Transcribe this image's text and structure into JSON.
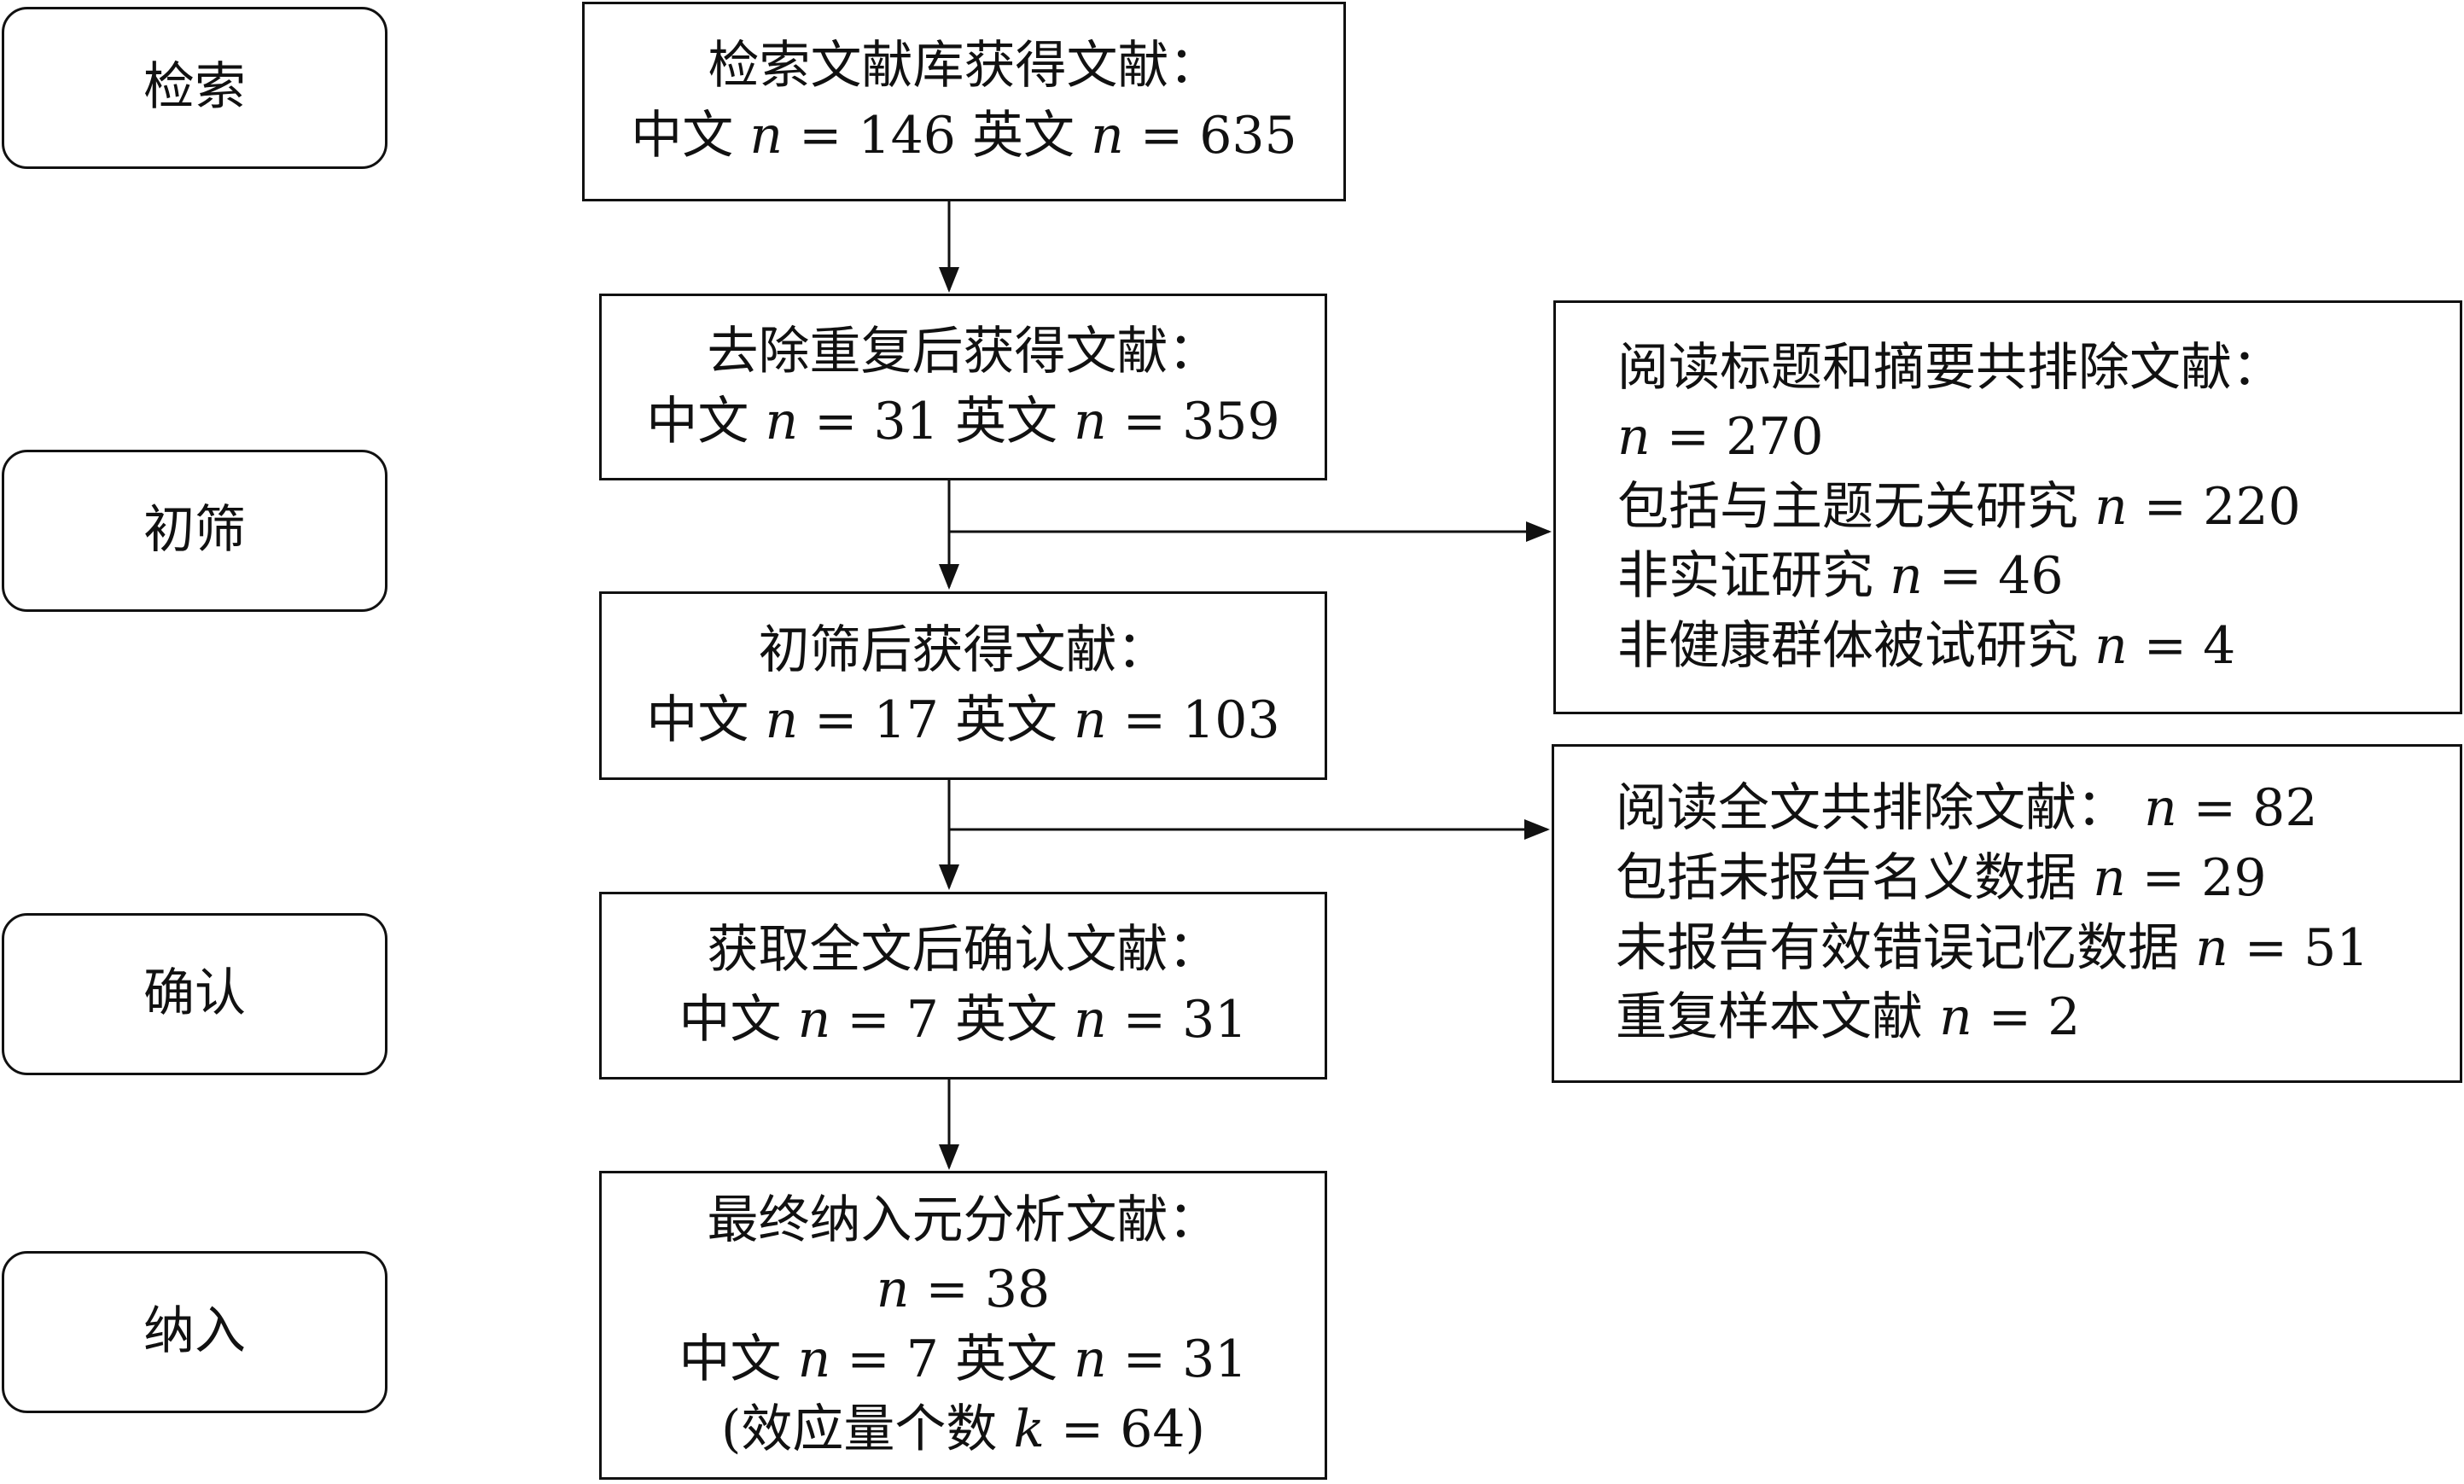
{
  "stages": {
    "search": "检索",
    "screen": "初筛",
    "confirm": "确认",
    "include": "纳入"
  },
  "boxes": {
    "retrieved": {
      "title": "检索文献库获得文献：",
      "cn_label": "中文",
      "cn_n": "146",
      "en_label": "英文",
      "en_n": "635"
    },
    "dedup": {
      "title": "去除重复后获得文献：",
      "cn_label": "中文",
      "cn_n": "31",
      "en_label": "英文",
      "en_n": "359"
    },
    "screened": {
      "title": "初筛后获得文献：",
      "cn_label": "中文",
      "cn_n": "17",
      "en_label": "英文",
      "en_n": "103"
    },
    "fulltext": {
      "title": "获取全文后确认文献：",
      "cn_label": "中文",
      "cn_n": "7",
      "en_label": "英文",
      "en_n": "31"
    },
    "final": {
      "title": "最终纳入元分析文献：",
      "total_n": "38",
      "cn_label": "中文",
      "cn_n": "7",
      "en_label": "英文",
      "en_n": "31",
      "k_prefix": "(效应量个数",
      "k_value": "64)"
    },
    "excluded_abstract": {
      "title": "阅读标题和摘要共排除文献：",
      "total_n": "270",
      "reasons": [
        {
          "text": "包括与主题无关研究",
          "n": "220"
        },
        {
          "text": "非实证研究",
          "n": "46"
        },
        {
          "text": "非健康群体被试研究",
          "n": "4"
        }
      ]
    },
    "excluded_fulltext": {
      "title": "阅读全文共排除文献：",
      "total_n": "82",
      "reasons": [
        {
          "text": "包括未报告名义数据",
          "n": "29"
        },
        {
          "text": "未报告有效错误记忆数据",
          "n": "51"
        },
        {
          "text": "重复样本文献",
          "n": "2"
        }
      ]
    }
  }
}
